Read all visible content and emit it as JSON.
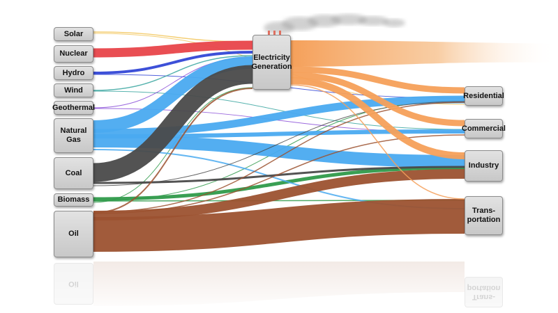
{
  "sources": [
    {
      "id": "solar",
      "label": "Solar"
    },
    {
      "id": "nuclear",
      "label": "Nuclear"
    },
    {
      "id": "hydro",
      "label": "Hydro"
    },
    {
      "id": "wind",
      "label": "Wind"
    },
    {
      "id": "geothermal",
      "label": "Geothermal"
    },
    {
      "id": "natural-gas",
      "label": "Natural\nGas"
    },
    {
      "id": "coal",
      "label": "Coal"
    },
    {
      "id": "biomass",
      "label": "Biomass"
    },
    {
      "id": "oil",
      "label": "Oil"
    }
  ],
  "hub": {
    "id": "electricity-generation",
    "label": "Electricity\nGeneration"
  },
  "sectors": [
    {
      "id": "residential",
      "label": "Residential"
    },
    {
      "id": "commercial",
      "label": "Commercial"
    },
    {
      "id": "industry",
      "label": "Industry"
    },
    {
      "id": "transportation",
      "label": "Trans-\nportation"
    }
  ],
  "colors": {
    "solar": "#f2c65a",
    "nuclear": "#e8454a",
    "hydro": "#3347d6",
    "wind": "#3aa6a0",
    "geothermal": "#8a4fd8",
    "natural-gas": "#4aaaf0",
    "coal": "#4a4a4a",
    "biomass": "#2f9a4a",
    "oil": "#9c5230",
    "electricity": "#f5a05a",
    "waste-heat": "#c8c8c8"
  }
}
